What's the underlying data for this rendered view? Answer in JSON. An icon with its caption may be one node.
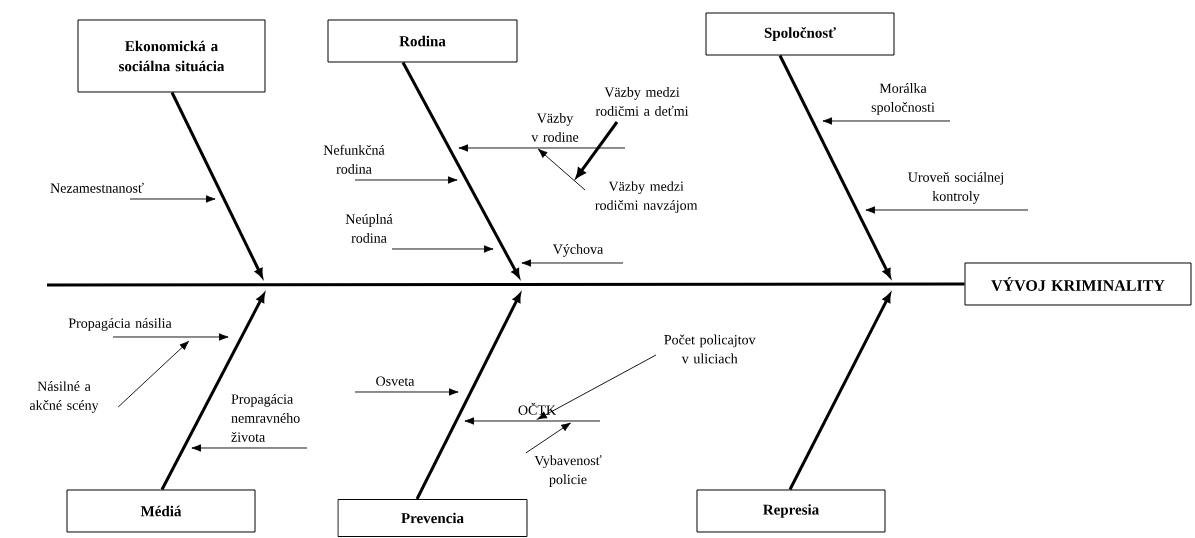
{
  "diagram": {
    "nodes": [
      {
        "text": [
          "Ekonomická a sociálna situácia"
        ]
      },
      {
        "text": [
          "Rodina"
        ]
      },
      {
        "text": [
          "Spoločnosť"
        ]
      },
      {
        "text": [
          "Väzby medzi rodičmi a deťmi"
        ]
      },
      {
        "text": [
          "Väzby v rodine"
        ]
      },
      {
        "text": [
          "Nefunkčná rodina"
        ]
      },
      {
        "text": [
          "Morálka spoločnosti"
        ]
      },
      {
        "text": [
          "Nezamestnanosť"
        ]
      },
      {
        "text": [
          "Väzby medzi rodičmi navzájom"
        ]
      },
      {
        "text": [
          "Uroveň sociálnej kontroly"
        ]
      },
      {
        "text": [
          "Neúplná rodina"
        ]
      },
      {
        "text": [
          "Výchova"
        ]
      },
      {
        "text": [
          "VÝVOJ KRIMINALITY"
        ]
      },
      {
        "text": [
          "Propagácia násilia"
        ]
      },
      {
        "text": [
          "Počet policajtov v uliciach"
        ]
      },
      {
        "text": [
          "Osveta"
        ]
      },
      {
        "text": [
          "Násilné a akčné scény"
        ]
      },
      {
        "text": [
          "Propagácia nemravného života"
        ]
      },
      {
        "text": [
          "OČTK"
        ]
      },
      {
        "text": [
          "Vybavenosť policie"
        ]
      },
      {
        "text": [
          "Médiá"
        ]
      },
      {
        "text": [
          "Prevencia"
        ]
      },
      {
        "text": [
          "Represia"
        ]
      }
    ],
    "edges": [
      {
        "from": 0,
        "to": null,
        "arrow": "to",
        "style": "thick"
      },
      {
        "from": 1,
        "to": null,
        "arrow": "to",
        "style": "thick"
      },
      {
        "from": 2,
        "to": null,
        "arrow": "to",
        "style": "thick"
      },
      {
        "from": 20,
        "to": null,
        "arrow": "to",
        "style": "thick"
      },
      {
        "from": 21,
        "to": null,
        "arrow": "to",
        "style": "thick"
      },
      {
        "from": 22,
        "to": null,
        "arrow": "to",
        "style": "thick"
      },
      {
        "from": null,
        "to": 12,
        "arrow": "none",
        "style": "thick"
      },
      {
        "from": 3,
        "to": 8,
        "arrow": "to",
        "style": "thick"
      },
      {
        "from": 4,
        "to": null,
        "arrow": "to"
      },
      {
        "from": 5,
        "to": null,
        "arrow": "to"
      },
      {
        "from": 6,
        "to": null,
        "arrow": "to"
      },
      {
        "from": 7,
        "to": null,
        "arrow": "to"
      },
      {
        "from": 8,
        "to": 4,
        "arrow": "to"
      },
      {
        "from": 9,
        "to": null,
        "arrow": "to"
      },
      {
        "from": 10,
        "to": null,
        "arrow": "to"
      },
      {
        "from": 11,
        "to": null,
        "arrow": "to"
      },
      {
        "from": 13,
        "to": null,
        "arrow": "to"
      },
      {
        "from": 14,
        "to": 18,
        "arrow": "to"
      },
      {
        "from": 15,
        "to": null,
        "arrow": "to"
      },
      {
        "from": 16,
        "to": 13,
        "arrow": "to"
      },
      {
        "from": 17,
        "to": null,
        "arrow": "to"
      },
      {
        "from": 18,
        "to": null,
        "arrow": "to"
      },
      {
        "from": 19,
        "to": 18,
        "arrow": "to"
      }
    ]
  }
}
